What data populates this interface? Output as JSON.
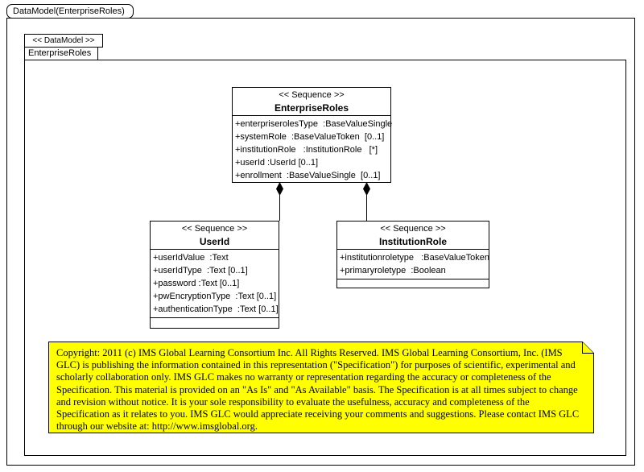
{
  "frame": {
    "tab_label": "DataModel(EnterpriseRoles)"
  },
  "package": {
    "stereotype": "<< DataModel >>",
    "name": "EnterpriseRoles"
  },
  "classes": [
    {
      "id": "EnterpriseRoles",
      "stereotype": "<< Sequence >>",
      "name": "EnterpriseRoles",
      "attributes": [
        "+enterpriserolesType  :BaseValueSingle",
        "+systemRole  :BaseValueToken  [0..1]",
        "+institutionRole   :InstitutionRole   [*]",
        "+userId :UserId [0..1]",
        "+enrollment  :BaseValueSingle  [0..1]"
      ]
    },
    {
      "id": "UserId",
      "stereotype": "<< Sequence >>",
      "name": "UserId",
      "attributes": [
        "+userIdValue  :Text",
        "+userIdType  :Text [0..1]",
        "+password :Text [0..1]",
        "+pwEncryptionType  :Text [0..1]",
        "+authenticationType  :Text [0..1]"
      ]
    },
    {
      "id": "InstitutionRole",
      "stereotype": "<< Sequence >>",
      "name": "InstitutionRole",
      "attributes": [
        "+institutionroletype   :BaseValueToken",
        "+primaryroletype  :Boolean"
      ]
    }
  ],
  "connectors": [
    {
      "type": "composition",
      "from": "EnterpriseRoles",
      "to": "UserId"
    },
    {
      "type": "composition",
      "from": "EnterpriseRoles",
      "to": "InstitutionRole"
    }
  ],
  "note": {
    "color": "#ffff00",
    "text": "Copyright: 2011 (c) IMS Global Learning Consortium Inc.   All Rights Reserved.   IMS Global Learning Consortium, Inc. (IMS GLC) is publishing the information contained in this representation (\"Specification\") for purposes of scientific, experimental and scholarly collaboration only.  IMS GLC makes no warranty or representation regarding  the accuracy or completeness of the Specification.  This material is provided on an \"As Is\" and \"As Available\" basis.  The Specification is at all times subject to change and revision without notice.  It is your sole responsibility to evaluate the usefulness, accuracy and completeness of the Specification as it relates to you.  IMS GLC would appreciate receiving your comments and suggestions.  Please contact IMS GLC through our website at: http://www.imsglobal.org."
  }
}
